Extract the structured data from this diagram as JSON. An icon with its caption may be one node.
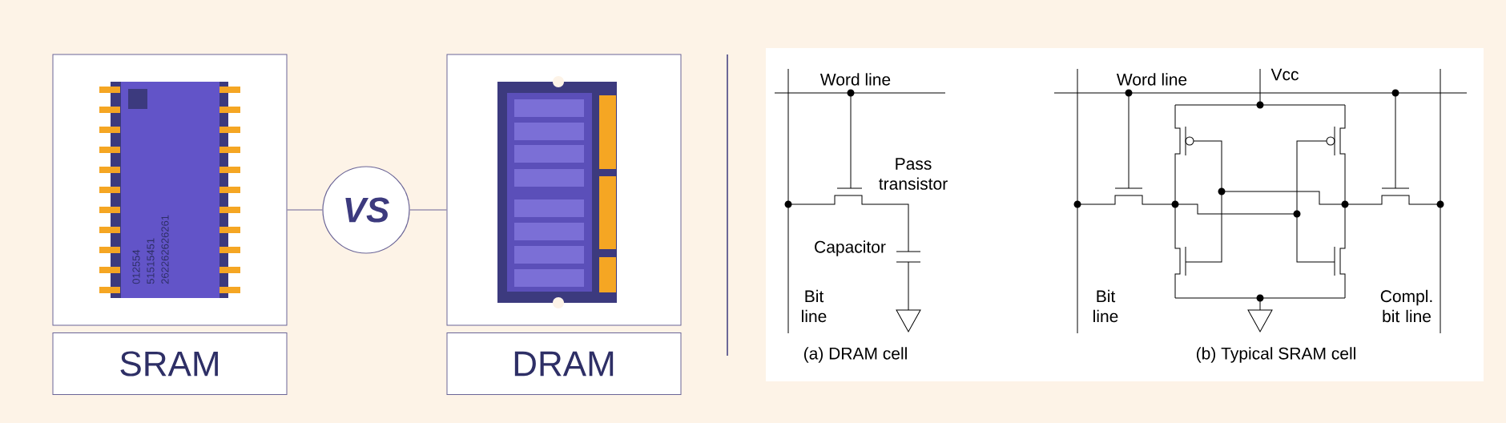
{
  "diagram": {
    "nodes": [
      {
        "text": [],
        "shape": "picture"
      },
      {
        "text": [
          "SRAM"
        ]
      },
      {
        "text": [
          "VS"
        ]
      },
      {
        "text": [],
        "shape": "picture"
      },
      {
        "text": [
          "DRAM"
        ]
      }
    ],
    "edges": [
      {
        "from": 0,
        "to": 2,
        "arrow": "none"
      },
      {
        "from": 2,
        "to": 3,
        "arrow": "none"
      }
    ],
    "labels": [
      "012554",
      "51515451",
      "262262626261",
      "Word line",
      "Word line",
      "Vcc",
      "Pass transistor",
      "Capacitor",
      "Bit line",
      "Bit line",
      "Compl. bit line",
      "(a) DRAM cell",
      "(b) Typical SRAM cell"
    ]
  }
}
